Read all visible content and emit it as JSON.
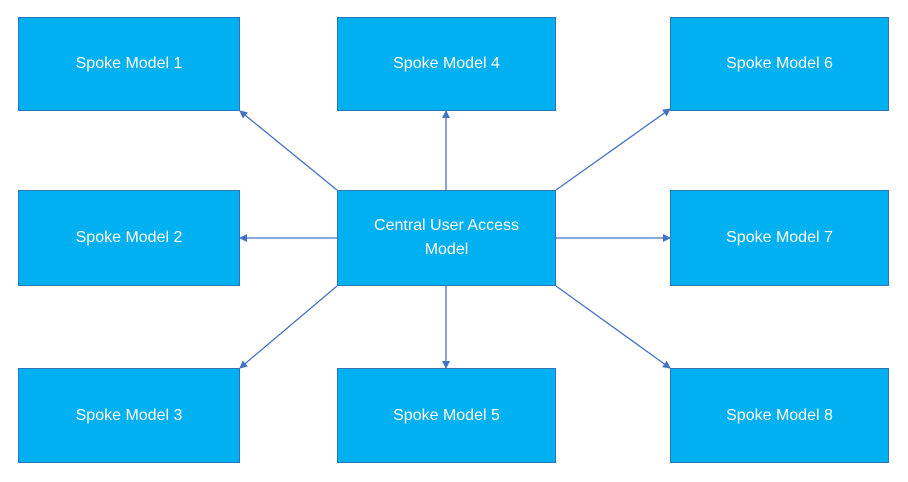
{
  "colors": {
    "node_fill": "#00b0f0",
    "node_border": "#2e75b6",
    "connector": "#4472c4",
    "node_text": "#ffffff",
    "background": "#ffffff"
  },
  "diagram": {
    "center": {
      "label": "Central User Access Model"
    },
    "spokes": [
      {
        "label": "Spoke Model 1"
      },
      {
        "label": "Spoke Model 2"
      },
      {
        "label": "Spoke Model 3"
      },
      {
        "label": "Spoke Model 4"
      },
      {
        "label": "Spoke Model 5"
      },
      {
        "label": "Spoke Model 6"
      },
      {
        "label": "Spoke Model 7"
      },
      {
        "label": "Spoke Model 8"
      }
    ],
    "edges": [
      {
        "from": "center",
        "to": "spoke-1"
      },
      {
        "from": "center",
        "to": "spoke-2"
      },
      {
        "from": "center",
        "to": "spoke-3"
      },
      {
        "from": "center",
        "to": "spoke-4"
      },
      {
        "from": "center",
        "to": "spoke-5"
      },
      {
        "from": "center",
        "to": "spoke-6"
      },
      {
        "from": "center",
        "to": "spoke-7"
      },
      {
        "from": "center",
        "to": "spoke-8"
      }
    ]
  }
}
